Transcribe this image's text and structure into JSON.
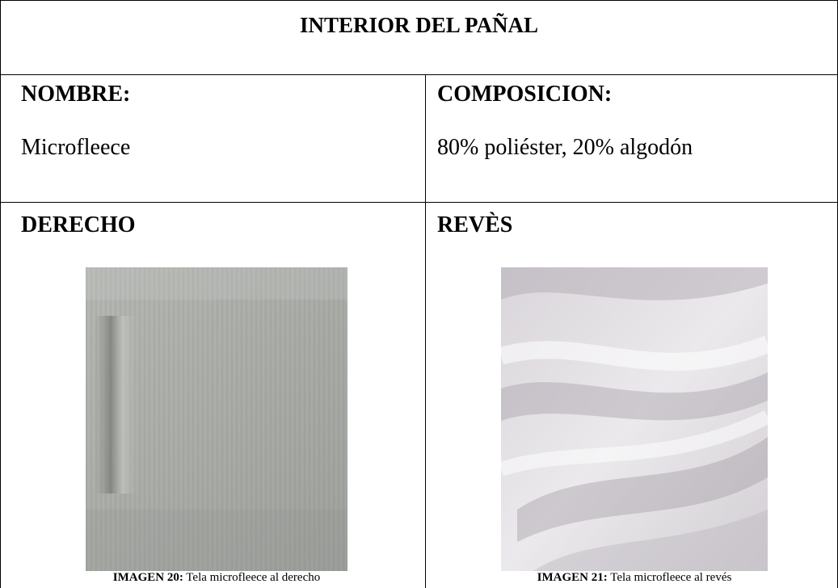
{
  "table": {
    "title": "INTERIOR DEL PAÑAL",
    "name_label": "NOMBRE:",
    "name_value": "Microfleece",
    "composition_label": "COMPOSICION:",
    "composition_value": "80% poliéster, 20% algodón",
    "front_label": "DERECHO",
    "back_label": "REVÈS"
  },
  "images": {
    "front": {
      "caption_prefix": "IMAGEN 20:",
      "caption_text": " Tela microfleece al derecho",
      "tone": "#a9aca7"
    },
    "back": {
      "caption_prefix": "IMAGEN 21:",
      "caption_text": " Tela microfleece al revés",
      "tone": "#e8e6ea"
    }
  },
  "colors": {
    "border": "#000000",
    "text": "#000000",
    "background": "#ffffff"
  }
}
